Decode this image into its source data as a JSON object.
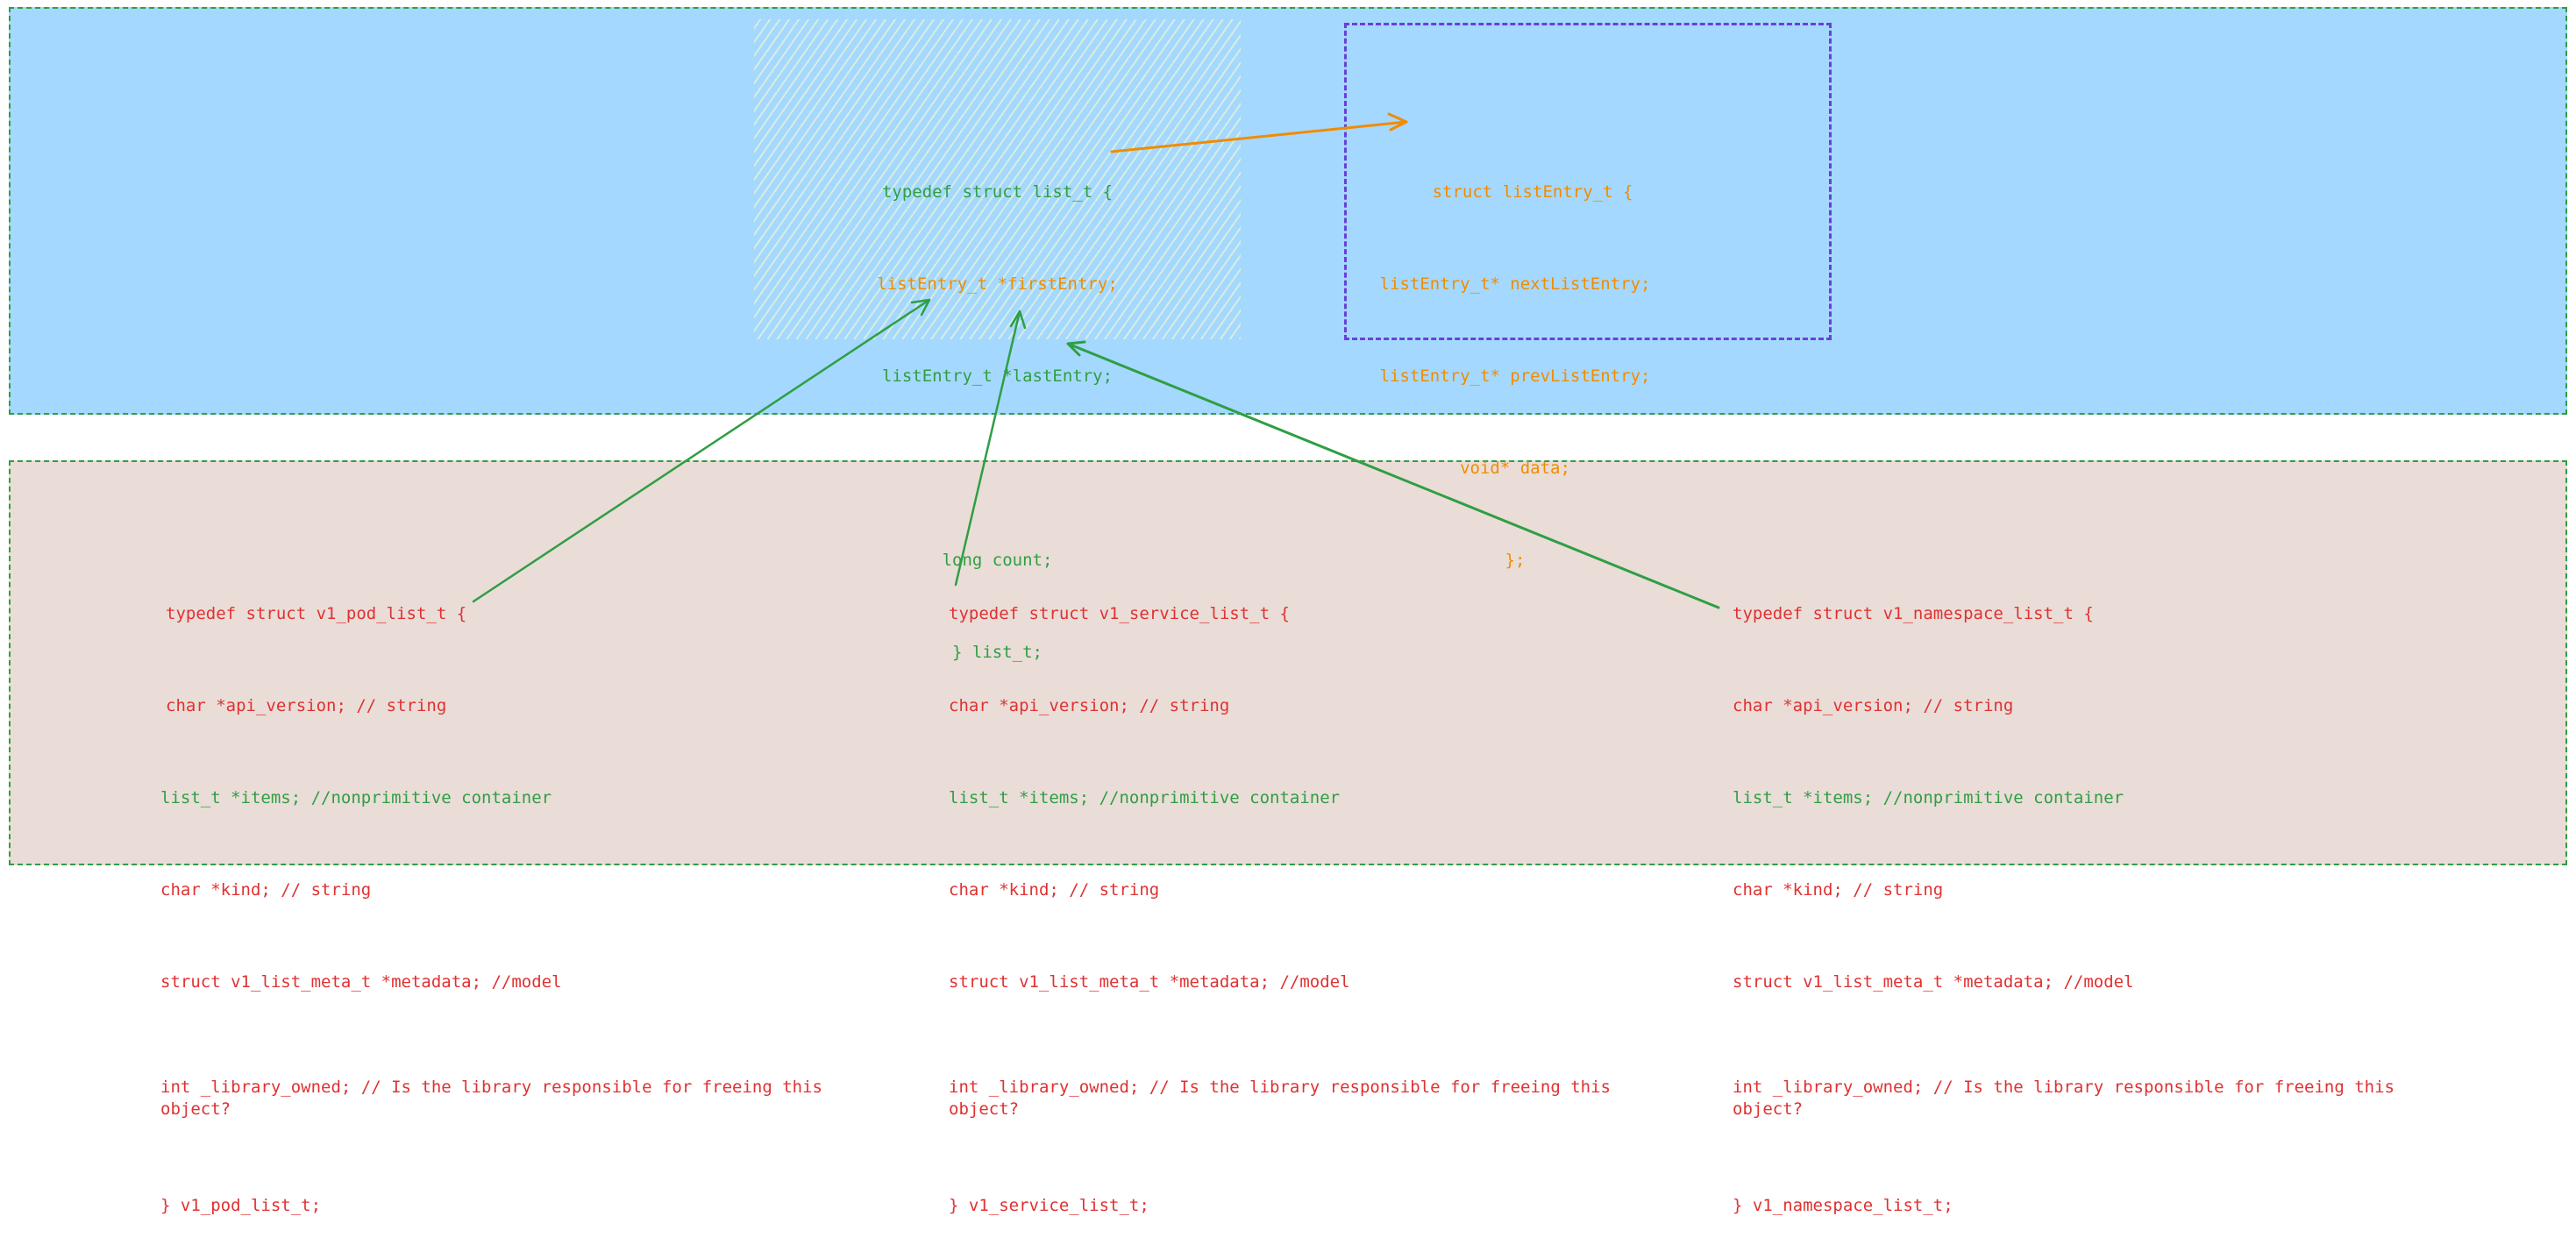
{
  "list_struct": {
    "line1": "typedef struct list_t {",
    "line2": "listEntry_t *firstEntry;",
    "line3": "listEntry_t *lastEntry;",
    "line4": "long count;",
    "line5": "} list_t;"
  },
  "entry_struct": {
    "line1": "struct listEntry_t {",
    "line2": "listEntry_t* nextListEntry;",
    "line3": "listEntry_t* prevListEntry;",
    "line4": "void* data;",
    "line5": "};"
  },
  "pod_list": {
    "line1": "typedef struct v1_pod_list_t {",
    "line2": "char *api_version; // string",
    "line3": "list_t *items; //nonprimitive container",
    "line4": "char *kind; // string",
    "line5": "struct v1_list_meta_t *metadata; //model",
    "line6": "int _library_owned; // Is the library responsible for freeing this object?",
    "line7": "} v1_pod_list_t;"
  },
  "service_list": {
    "line1": "typedef struct v1_service_list_t {",
    "line2": "char *api_version; // string",
    "line3": "list_t *items; //nonprimitive container",
    "line4": "char *kind; // string",
    "line5": "struct v1_list_meta_t *metadata; //model",
    "line6": "int _library_owned; // Is the library responsible for freeing this object?",
    "line7": "} v1_service_list_t;"
  },
  "namespace_list": {
    "line1": "typedef struct v1_namespace_list_t {",
    "line2": "char *api_version; // string",
    "line3": "list_t *items; //nonprimitive container",
    "line4": "char *kind; // string",
    "line5": "struct v1_list_meta_t *metadata; //model",
    "line6": "int _library_owned; // Is the library responsible for freeing this object?",
    "line7": "} v1_namespace_list_t;"
  },
  "colors": {
    "top_background": "#a5d8ff",
    "bottom_background": "#eaddd7",
    "panel_border": "#2f9e44",
    "entry_box_border": "#6741d9",
    "green_text": "#2f9e44",
    "orange_text": "#f08c00",
    "red_text": "#e03131"
  }
}
